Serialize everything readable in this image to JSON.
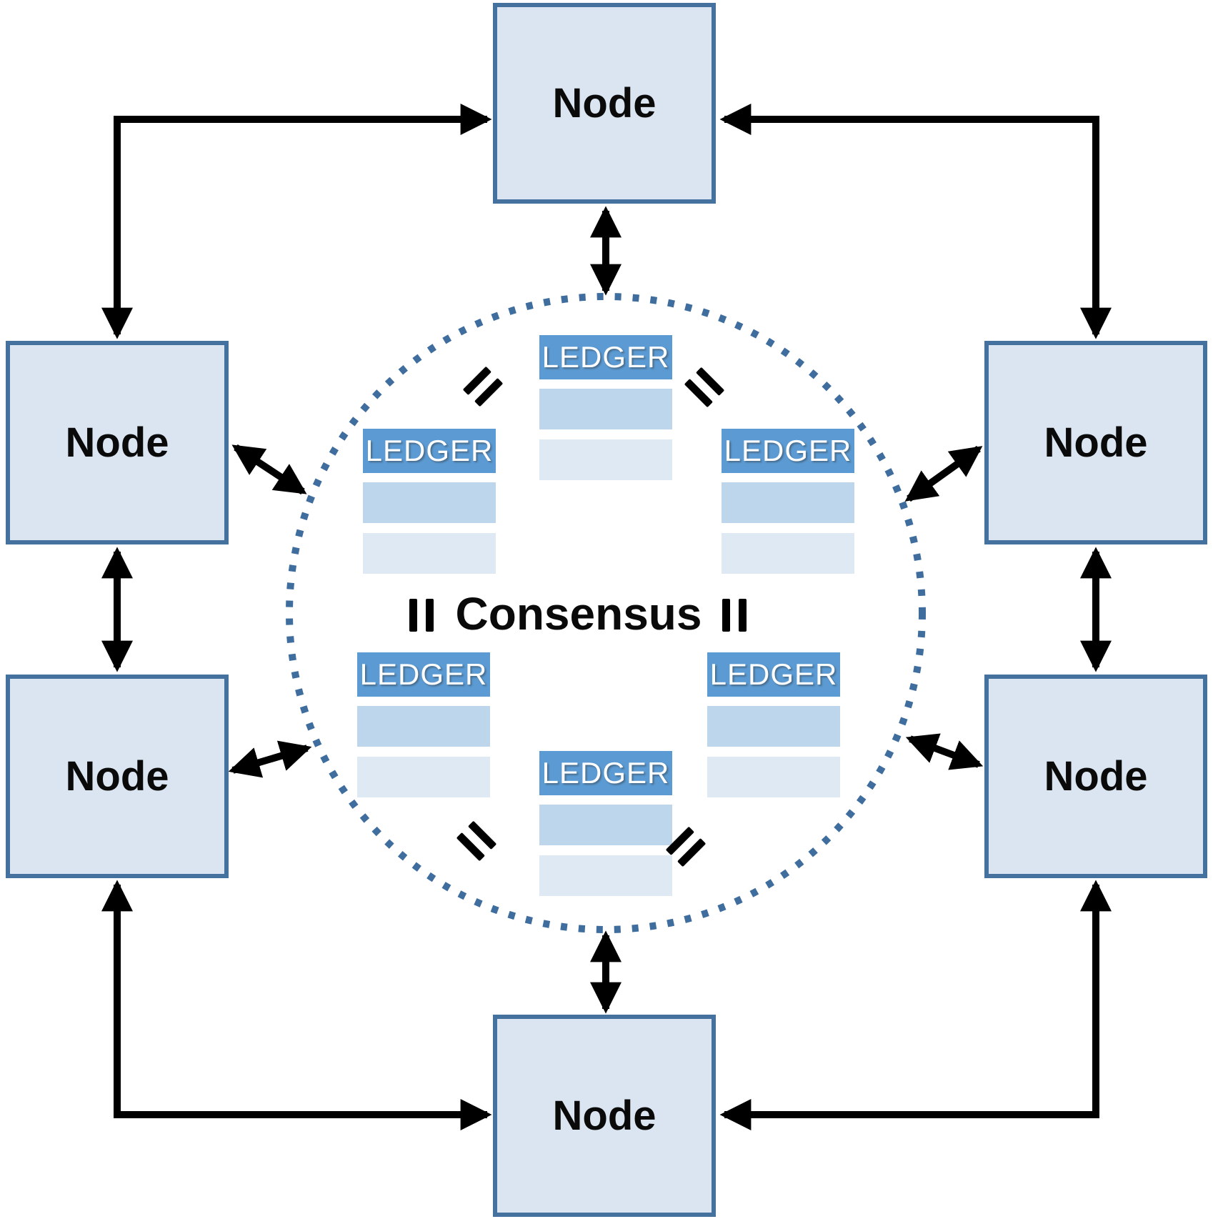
{
  "consensus": {
    "label": "Consensus"
  },
  "nodes": [
    {
      "position": "top",
      "label": "Node"
    },
    {
      "position": "left-upper",
      "label": "Node"
    },
    {
      "position": "right-upper",
      "label": "Node"
    },
    {
      "position": "left-lower",
      "label": "Node"
    },
    {
      "position": "right-lower",
      "label": "Node"
    },
    {
      "position": "bottom",
      "label": "Node"
    }
  ],
  "ledgers": [
    {
      "position": "top-center",
      "label": "LEDGER"
    },
    {
      "position": "middle-left",
      "label": "LEDGER"
    },
    {
      "position": "middle-right",
      "label": "LEDGER"
    },
    {
      "position": "lower-left",
      "label": "LEDGER"
    },
    {
      "position": "lower-right",
      "label": "LEDGER"
    },
    {
      "position": "bottom-center",
      "label": "LEDGER"
    }
  ],
  "icons": {
    "equals": "=",
    "double_arrow": "↔"
  },
  "colors": {
    "node_fill": "#dbe5f1",
    "node_border": "#44719e",
    "ledger_header": "#5b9ad2",
    "ledger_row_mid": "#bdd6ec",
    "ledger_row_light": "#dfe9f4",
    "circle_dots": "#3e6d9e",
    "arrow": "#000000",
    "text_dark": "#0a0a0a"
  }
}
